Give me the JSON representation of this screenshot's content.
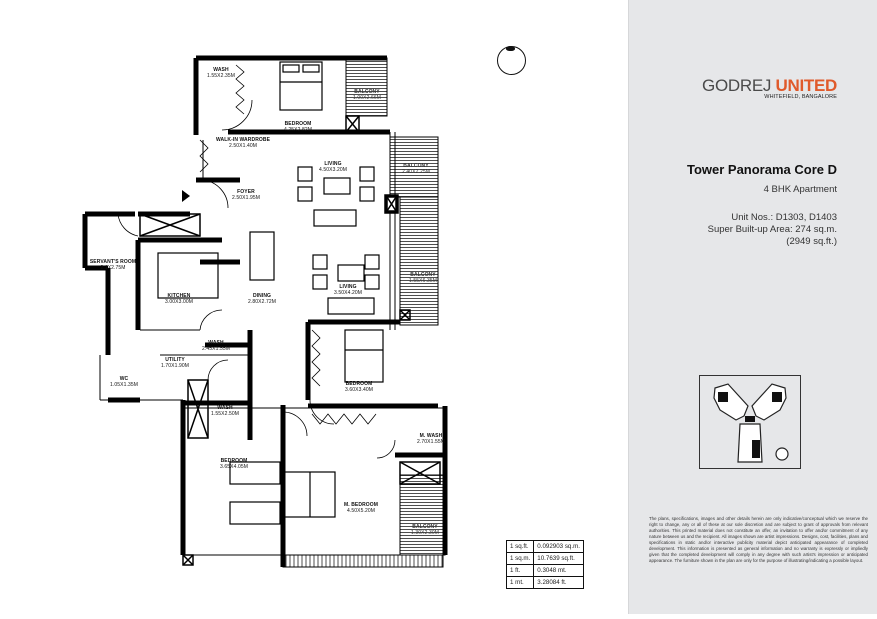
{
  "brand": {
    "name_part1": "GODREJ",
    "name_part2": "UNITED",
    "location": "WHITEFIELD, BANGALORE",
    "accent_color": "#e05a2b",
    "name_color": "#4a4a4a"
  },
  "project": {
    "title": "Tower Panorama Core D",
    "type": "4 BHK Apartment",
    "unit_numbers": "Unit Nos.: D1303, D1403",
    "super_builtup_area": "Super Built-up Area: 274 sq.m.",
    "area_sqft": "(2949 sq.ft.)"
  },
  "rooms": [
    {
      "id": "wash-1",
      "name": "WASH",
      "dims": "1.55X2.35M"
    },
    {
      "id": "bedroom-1",
      "name": "BEDROOM",
      "dims": "4.25X2.82M"
    },
    {
      "id": "balcony-1",
      "name": "BALCONY",
      "dims": "1.00X2.66M"
    },
    {
      "id": "walkin-wardrobe",
      "name": "WALK-IN WARDROBE",
      "dims": "2.50X1.40M"
    },
    {
      "id": "living-1",
      "name": "LIVING",
      "dims": "4.50X3.20M"
    },
    {
      "id": "balcony-2",
      "name": "BALCONY",
      "dims": "2.40X2.25M"
    },
    {
      "id": "foyer",
      "name": "FOYER",
      "dims": "2.50X1.95M"
    },
    {
      "id": "servants-room",
      "name": "SERVANT'S ROOM",
      "dims": "2.1X2.75M"
    },
    {
      "id": "kitchen",
      "name": "KITCHEN",
      "dims": "3.00X3.00M"
    },
    {
      "id": "dining",
      "name": "DINING",
      "dims": "2.80X2.72M"
    },
    {
      "id": "living-2",
      "name": "LIVING",
      "dims": "3.50X4.20M"
    },
    {
      "id": "balcony-3",
      "name": "BALCONY",
      "dims": "1.55X6.35M"
    },
    {
      "id": "wash-2",
      "name": "WASH",
      "dims": "2.45X1.55M"
    },
    {
      "id": "utility",
      "name": "UTILITY",
      "dims": "1.70X1.90M"
    },
    {
      "id": "wc",
      "name": "WC",
      "dims": "1.05X1.35M"
    },
    {
      "id": "bedroom-2",
      "name": "BEDROOM",
      "dims": "3.60X3.40M"
    },
    {
      "id": "wash-3",
      "name": "WASH",
      "dims": "1.55X2.50M"
    },
    {
      "id": "m-wash",
      "name": "M. WASH",
      "dims": "2.70X1.55M"
    },
    {
      "id": "bedroom-3",
      "name": "BEDROOM",
      "dims": "3.65X4.05M"
    },
    {
      "id": "m-bedroom",
      "name": "M. BEDROOM",
      "dims": "4.50X5.20M"
    },
    {
      "id": "balcony-4",
      "name": "BALCONY",
      "dims": "1.30X2.30M"
    }
  ],
  "entry_label": "ENTRY",
  "conversion_table": [
    {
      "unit": "1 sq.ft.",
      "value": "0.092903 sq.m."
    },
    {
      "unit": "1 sq.m.",
      "value": "10.7639 sq.ft."
    },
    {
      "unit": "1 ft.",
      "value": "0.3048 mt."
    },
    {
      "unit": "1 mt.",
      "value": "3.28084 ft."
    }
  ],
  "disclaimer": "The plans, specifications, images and other details herein are only indicative/conceptual which we reserve the right to change, any or all of these at our sole discretion and are subject to grant of approvals from relevant authorities. This printed material does not constitute an offer, an invitation to offer and/or commitment of any nature between us and the recipient. All images shown are artist impressions. Designs, cost, facilities, plans and specifications in static and/or interactive publicity material depict anticipated appearance of completed development. This information is presented as general information and no warranty is expressly or impliedly given that the completed development will comply in any degree with such artist's impression or anticipated appearance. The furniture shown in the plan are only for the purpose of illustrating/indicating a possible layout.",
  "icons": {
    "compass": "north-compass-icon",
    "key_plan": "tower-key-plan-icon"
  }
}
